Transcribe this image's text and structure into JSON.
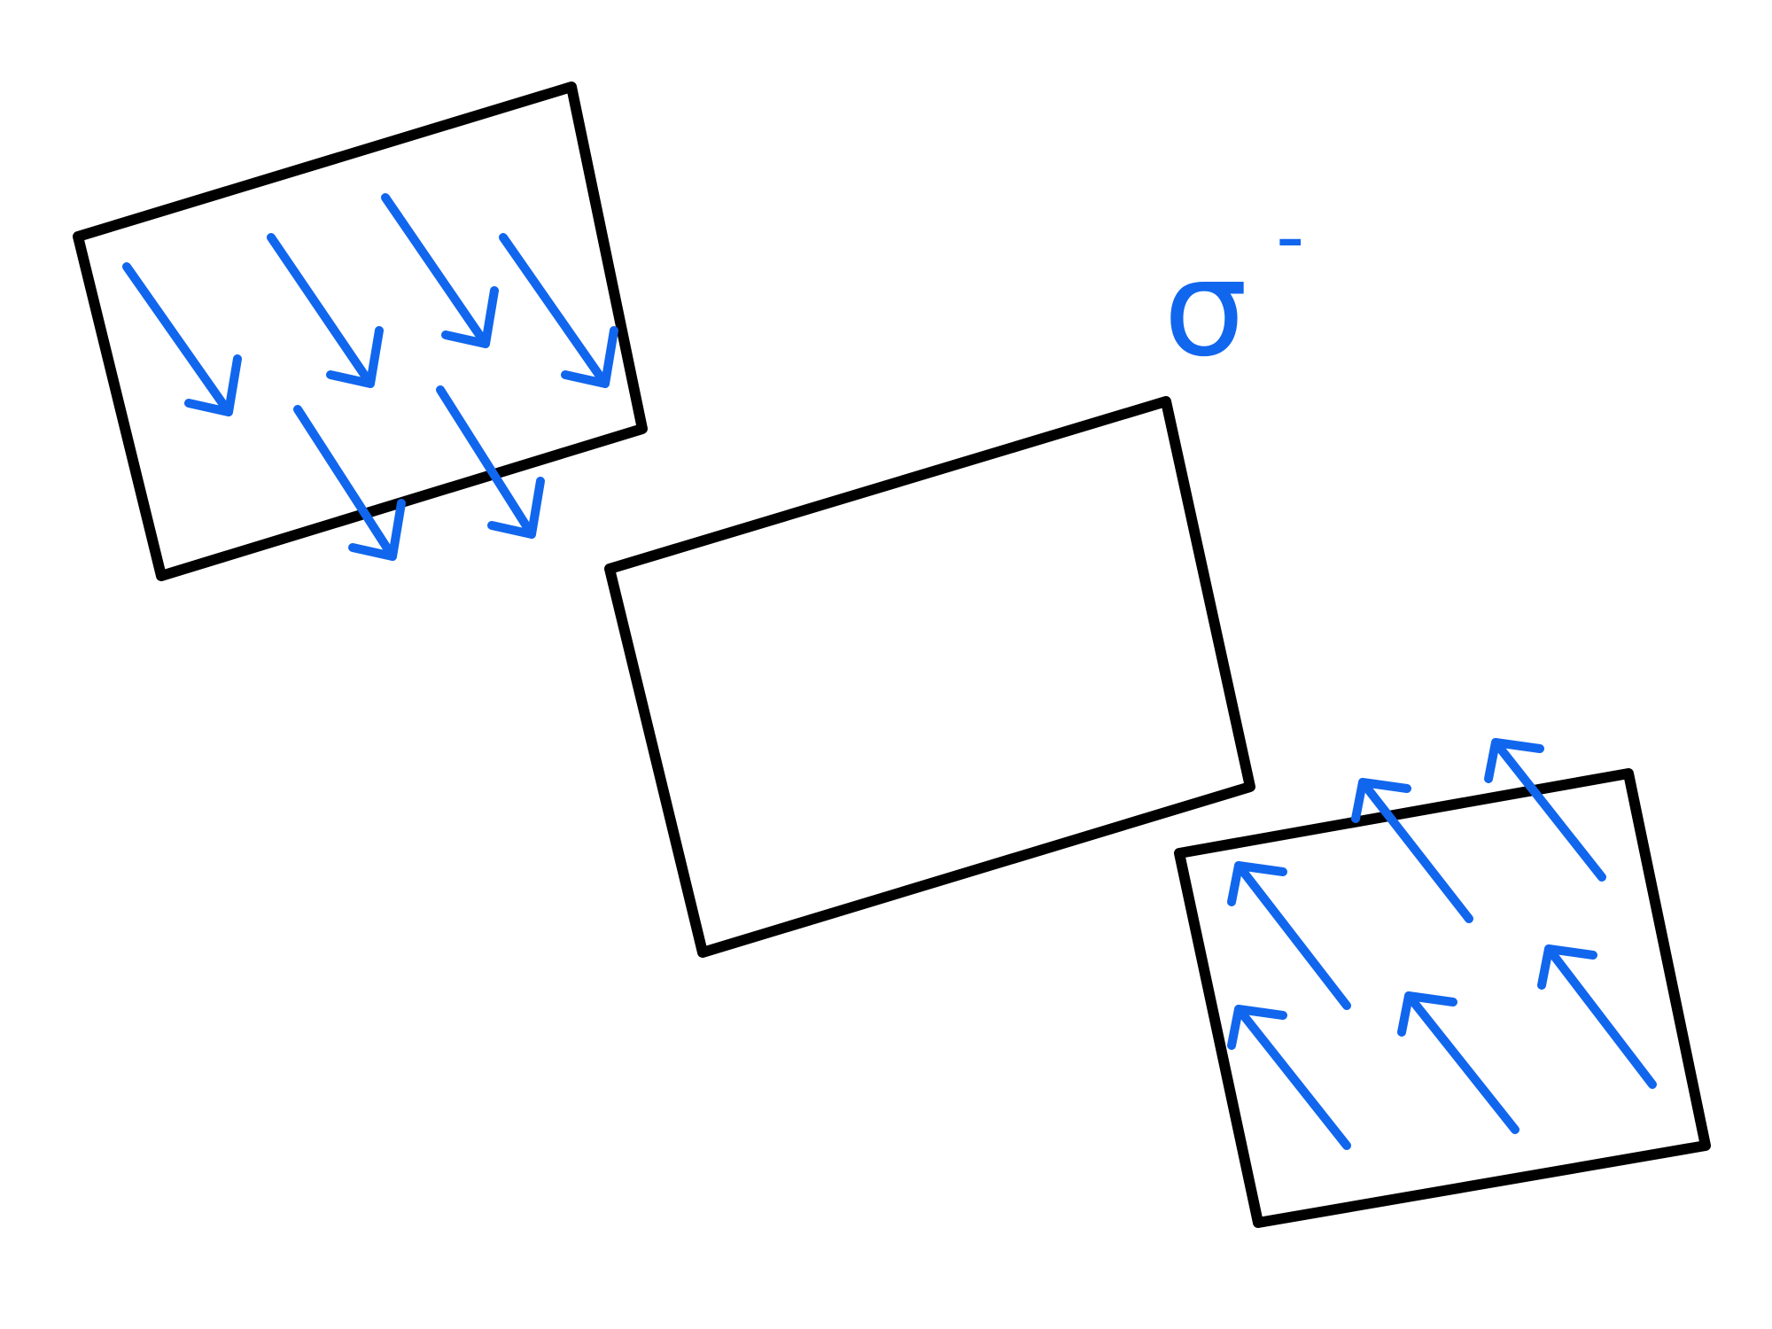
{
  "diagram": {
    "colors": {
      "outline": "#000000",
      "arrow": "#1166ee",
      "label": "#1166ee"
    },
    "label": {
      "symbol": "σ",
      "superscript": "-"
    },
    "plates": [
      {
        "name": "top-left-plate",
        "arrow_direction": "down-right",
        "arrow_count": 6
      },
      {
        "name": "middle-plate",
        "arrow_direction": "none",
        "arrow_count": 0
      },
      {
        "name": "bottom-right-plate",
        "arrow_direction": "up-left",
        "arrow_count": 6
      }
    ]
  }
}
